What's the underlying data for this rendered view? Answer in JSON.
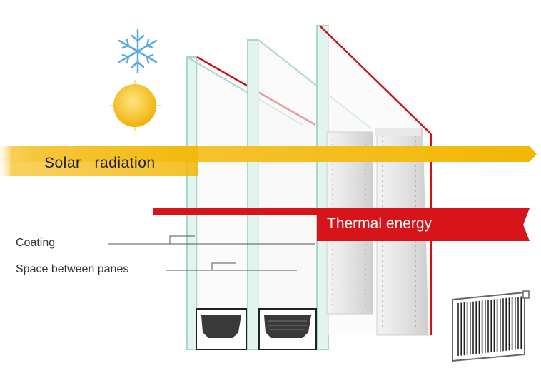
{
  "labels": {
    "solar_radiation": "Solar   radiation",
    "thermal_energy": "Thermal energy",
    "coating": "Coating",
    "space_between_panes": "Space between panes"
  },
  "icons": {
    "snowflake": "snowflake-icon",
    "sun": "sun-icon",
    "radiator": "radiator-icon"
  },
  "colors": {
    "solar_band": "#f2b705",
    "thermal_band": "#d7141a",
    "glass_edge": "#a8d8cc",
    "coating_line": "#c8151b",
    "snowflake": "#5aa9df",
    "sun": "#f6c21a"
  }
}
